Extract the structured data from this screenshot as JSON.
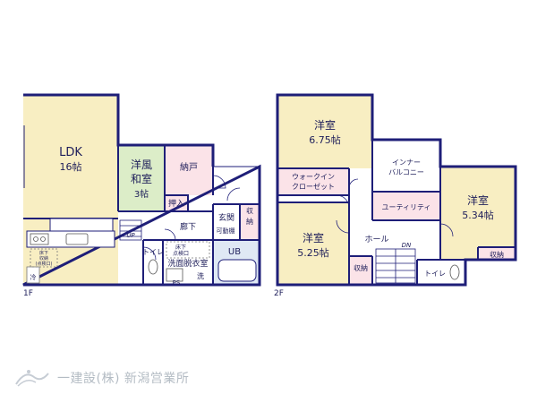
{
  "floor1": {
    "label": "1F",
    "rooms": {
      "ldk": {
        "name": "LDK",
        "size": "16帖"
      },
      "western_japanese": {
        "name_line1": "洋風",
        "name_line2": "和室",
        "size": "3帖"
      },
      "nando": {
        "name": "納戸"
      },
      "oshiire": {
        "name": "押入"
      },
      "rouka": {
        "name": "廊下"
      },
      "genkan": {
        "name": "玄関"
      },
      "shuno": {
        "name": "収納"
      },
      "kadoutana": {
        "name": "可動棚"
      },
      "toilet": {
        "name": "トイレ"
      },
      "ub": {
        "name": "UB"
      },
      "senmen": {
        "name": "洗面脱衣室"
      },
      "wash": {
        "name": "洗"
      },
      "ps": {
        "name": "PS"
      },
      "fridge": {
        "name": "冷"
      },
      "floor_hatch": {
        "line1": "床下",
        "line2": "収納",
        "line3": "(点検口)"
      },
      "floor_inspect": {
        "line1": "床下",
        "line2": "点検口"
      }
    },
    "up_arrow": "UP"
  },
  "floor2": {
    "label": "2F",
    "rooms": {
      "west1": {
        "name": "洋室",
        "size": "6.75帖"
      },
      "walkin": {
        "line1": "ウォークイン",
        "line2": "クローゼット"
      },
      "inner_balcony": {
        "line1": "インナー",
        "line2": "バルコニー"
      },
      "west2": {
        "name": "洋室",
        "size": "5.34帖"
      },
      "utility": {
        "name": "ユーティリティ"
      },
      "west3": {
        "name": "洋室",
        "size": "5.25帖"
      },
      "hall": {
        "name": "ホール"
      },
      "shuno_left": {
        "name": "収納"
      },
      "shuno_right": {
        "name": "収納"
      },
      "toilet": {
        "name": "トイレ"
      }
    },
    "dn_arrow": "DN"
  },
  "footer": {
    "company": "一建設(株) 新潟営業所"
  },
  "colors": {
    "wall": "#1e1e78",
    "ldk": "#f8eec2",
    "tatami": "#dcedc8",
    "storage": "#fbe3e8",
    "wet": "#dfe8f4",
    "background": "#ffffff"
  }
}
